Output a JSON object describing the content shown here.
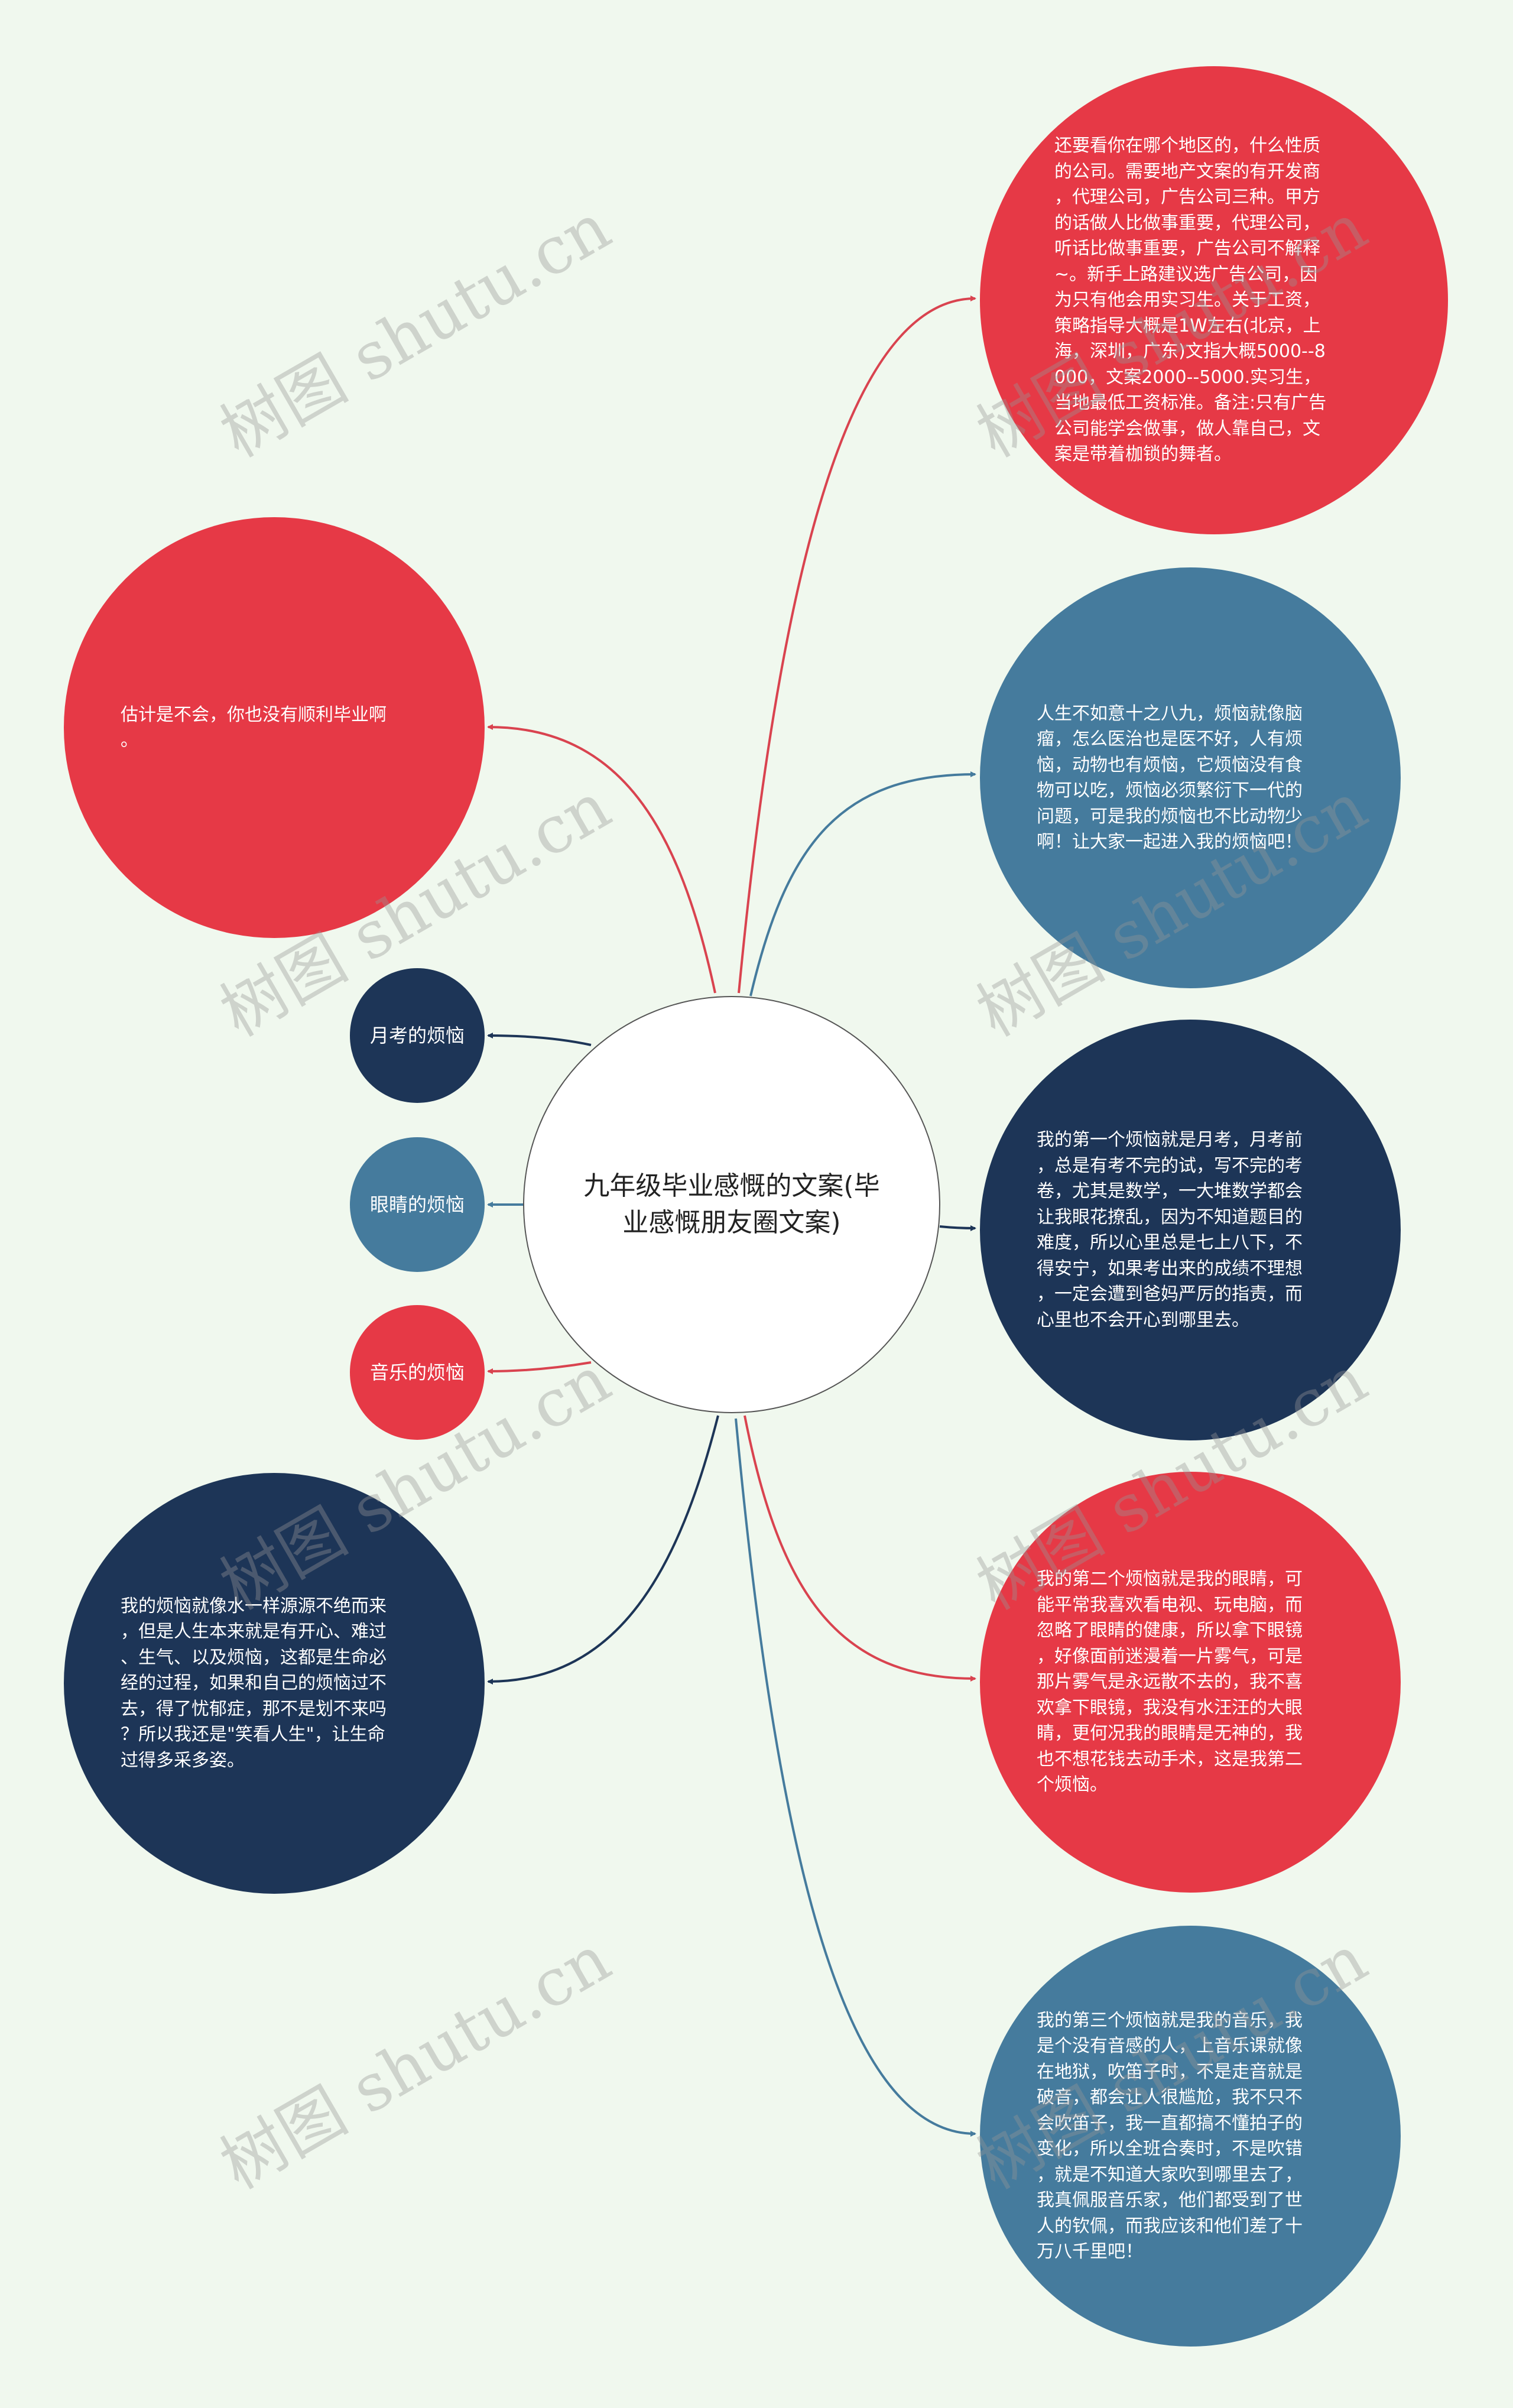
{
  "center": {
    "title": "九年级毕业感慨的文案(毕\n业感慨朋友圈文案)"
  },
  "right_nodes": [
    {
      "text": "还要看你在哪个地区的，什么性质\n的公司。需要地产文案的有开发商\n，代理公司，广告公司三种。甲方\n的话做人比做事重要，代理公司，\n听话比做事重要，广告公司不解释\n~。新手上路建议选广告公司，因\n为只有他会用实习生。关于工资，\n策略指导大概是1W左右(北京，上\n海，深圳，广东)文指大概5000--8\n000，文案2000--5000.实习生，\n当地最低工资标准。备注:只有广告\n公司能学会做事，做人靠自己，文\n案是带着枷锁的舞者。",
      "color": "#e63946"
    },
    {
      "text": "人生不如意十之八九，烦恼就像脑\n瘤，怎么医治也是医不好，人有烦\n恼，动物也有烦恼，它烦恼没有食\n物可以吃，烦恼必须繁衍下一代的\n问题，可是我的烦恼也不比动物少\n啊！让大家一起进入我的烦恼吧！",
      "color": "#457b9d"
    },
    {
      "text": "我的第一个烦恼就是月考，月考前\n，总是有考不完的试，写不完的考\n卷，尤其是数学，一大堆数学都会\n让我眼花撩乱，因为不知道题目的\n难度，所以心里总是七上八下，不\n得安宁，如果考出来的成绩不理想\n，一定会遭到爸妈严厉的指责，而\n心里也不会开心到哪里去。",
      "color": "#1d3557"
    },
    {
      "text": "我的第二个烦恼就是我的眼睛，可\n能平常我喜欢看电视、玩电脑，而\n忽略了眼睛的健康，所以拿下眼镜\n，好像面前迷漫着一片雾气，可是\n那片雾气是永远散不去的，我不喜\n欢拿下眼镜，我没有水汪汪的大眼\n睛，更何况我的眼睛是无神的，我\n也不想花钱去动手术，这是我第二\n个烦恼。",
      "color": "#e63946"
    },
    {
      "text": "我的第三个烦恼就是我的音乐，我\n是个没有音感的人，上音乐课就像\n在地狱，吹笛子时，不是走音就是\n破音，都会让人很尴尬，我不只不\n会吹笛子，我一直都搞不懂拍子的\n变化，所以全班合奏时，不是吹错\n，就是不知道大家吹到哪里去了，\n我真佩服音乐家，他们都受到了世\n人的钦佩，而我应该和他们差了十\n万八千里吧！",
      "color": "#457b9d"
    }
  ],
  "left_nodes": [
    {
      "text": "估计是不会，你也没有顺利毕业啊\n。",
      "color": "#e63946"
    },
    {
      "text": "月考的烦恼",
      "color": "#1d3557"
    },
    {
      "text": "眼睛的烦恼",
      "color": "#457b9d"
    },
    {
      "text": "音乐的烦恼",
      "color": "#e63946"
    },
    {
      "text": "我的烦恼就像水一样源源不绝而来\n，但是人生本来就是有开心、难过\n、生气、以及烦恼，这都是生命必\n经的过程，如果和自己的烦恼过不\n去，得了忧郁症，那不是划不来吗\n？所以我还是\"笑看人生\"，让生命\n过得多采多姿。",
      "color": "#1d3557"
    }
  ],
  "watermark": "树图 shutu.cn"
}
